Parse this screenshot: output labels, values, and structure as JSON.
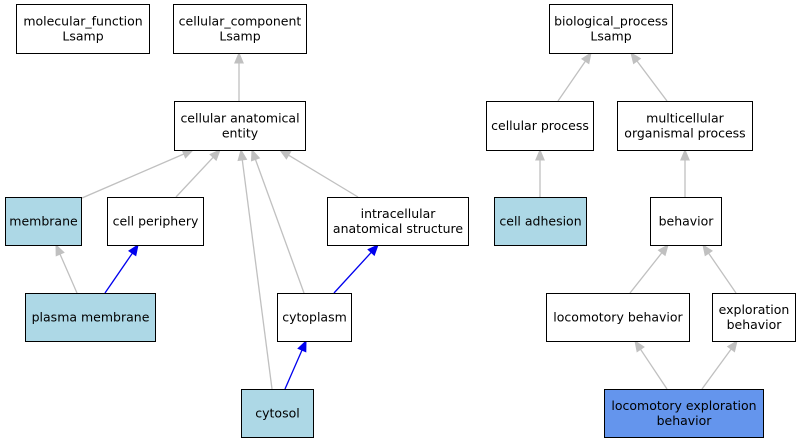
{
  "colors": {
    "white": "#ffffff",
    "light_blue": "#add8e6",
    "cornflower_blue": "#6495ed",
    "gray_edge": "#c0c0c0",
    "blue_edge": "#0000ee"
  },
  "nodes": [
    {
      "id": "molecular_function",
      "lines": [
        "molecular_function",
        "Lsamp"
      ],
      "fill": "white"
    },
    {
      "id": "cellular_component",
      "lines": [
        "cellular_component",
        "Lsamp"
      ],
      "fill": "white"
    },
    {
      "id": "biological_process",
      "lines": [
        "biological_process",
        "Lsamp"
      ],
      "fill": "white"
    },
    {
      "id": "cellular_anatomical_entity",
      "lines": [
        "cellular anatomical",
        "entity"
      ],
      "fill": "white"
    },
    {
      "id": "cellular_process",
      "lines": [
        "cellular process"
      ],
      "fill": "white"
    },
    {
      "id": "multicellular_organismal_process",
      "lines": [
        "multicellular",
        "organismal process"
      ],
      "fill": "white"
    },
    {
      "id": "membrane",
      "lines": [
        "membrane"
      ],
      "fill": "light_blue"
    },
    {
      "id": "cell_periphery",
      "lines": [
        "cell periphery"
      ],
      "fill": "white"
    },
    {
      "id": "intracellular_anatomical_structure",
      "lines": [
        "intracellular",
        "anatomical structure"
      ],
      "fill": "white"
    },
    {
      "id": "cell_adhesion",
      "lines": [
        "cell adhesion"
      ],
      "fill": "light_blue"
    },
    {
      "id": "behavior",
      "lines": [
        "behavior"
      ],
      "fill": "white"
    },
    {
      "id": "plasma_membrane",
      "lines": [
        "plasma membrane"
      ],
      "fill": "light_blue"
    },
    {
      "id": "cytoplasm",
      "lines": [
        "cytoplasm"
      ],
      "fill": "white"
    },
    {
      "id": "locomotory_behavior",
      "lines": [
        "locomotory behavior"
      ],
      "fill": "white"
    },
    {
      "id": "exploration_behavior",
      "lines": [
        "exploration",
        "behavior"
      ],
      "fill": "white"
    },
    {
      "id": "cytosol",
      "lines": [
        "cytosol"
      ],
      "fill": "light_blue"
    },
    {
      "id": "locomotory_exploration_behavior",
      "lines": [
        "locomotory exploration",
        "behavior"
      ],
      "fill": "cornflower_blue"
    }
  ],
  "edges": [
    {
      "from": "cellular_anatomical_entity",
      "to": "cellular_component",
      "color": "gray"
    },
    {
      "from": "cellular_process",
      "to": "biological_process",
      "color": "gray"
    },
    {
      "from": "multicellular_organismal_process",
      "to": "biological_process",
      "color": "gray"
    },
    {
      "from": "membrane",
      "to": "cellular_anatomical_entity",
      "color": "gray"
    },
    {
      "from": "cell_periphery",
      "to": "cellular_anatomical_entity",
      "color": "gray"
    },
    {
      "from": "intracellular_anatomical_structure",
      "to": "cellular_anatomical_entity",
      "color": "gray"
    },
    {
      "from": "cytoplasm",
      "to": "cellular_anatomical_entity",
      "color": "gray"
    },
    {
      "from": "cytosol",
      "to": "cellular_anatomical_entity",
      "color": "gray"
    },
    {
      "from": "cell_adhesion",
      "to": "cellular_process",
      "color": "gray"
    },
    {
      "from": "behavior",
      "to": "multicellular_organismal_process",
      "color": "gray"
    },
    {
      "from": "plasma_membrane",
      "to": "membrane",
      "color": "gray"
    },
    {
      "from": "plasma_membrane",
      "to": "cell_periphery",
      "color": "blue"
    },
    {
      "from": "cytoplasm",
      "to": "intracellular_anatomical_structure",
      "color": "blue"
    },
    {
      "from": "cytosol",
      "to": "cytoplasm",
      "color": "blue"
    },
    {
      "from": "locomotory_behavior",
      "to": "behavior",
      "color": "gray"
    },
    {
      "from": "exploration_behavior",
      "to": "behavior",
      "color": "gray"
    },
    {
      "from": "locomotory_exploration_behavior",
      "to": "locomotory_behavior",
      "color": "gray"
    },
    {
      "from": "locomotory_exploration_behavior",
      "to": "exploration_behavior",
      "color": "gray"
    }
  ]
}
